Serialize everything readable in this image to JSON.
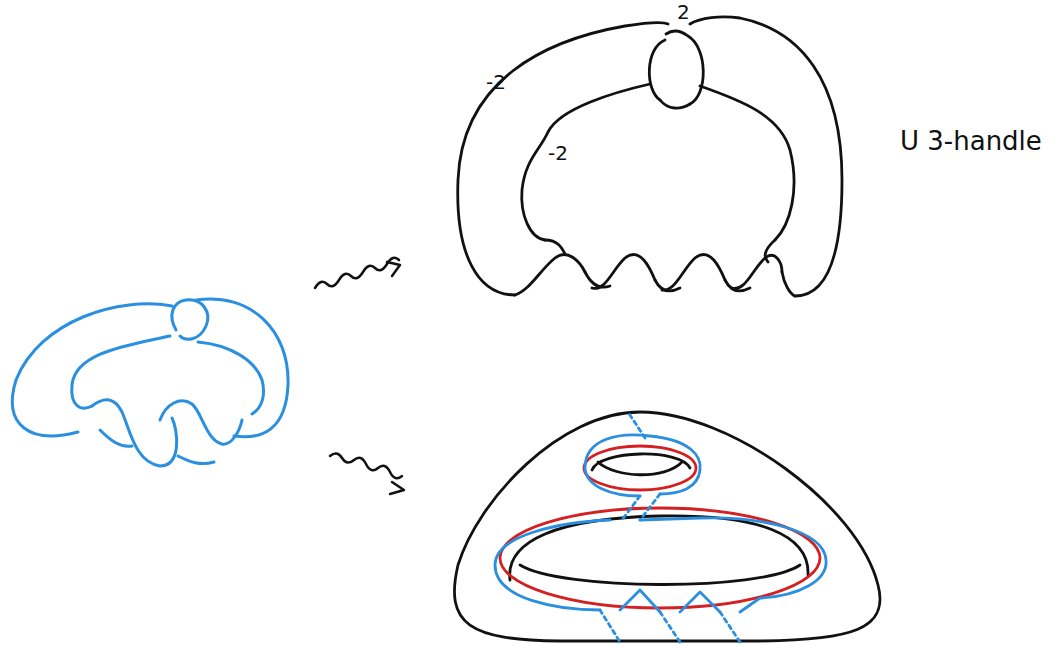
{
  "diagram": {
    "labels": [
      "2",
      "-2",
      "-2",
      "U 3-handle"
    ]
  }
}
